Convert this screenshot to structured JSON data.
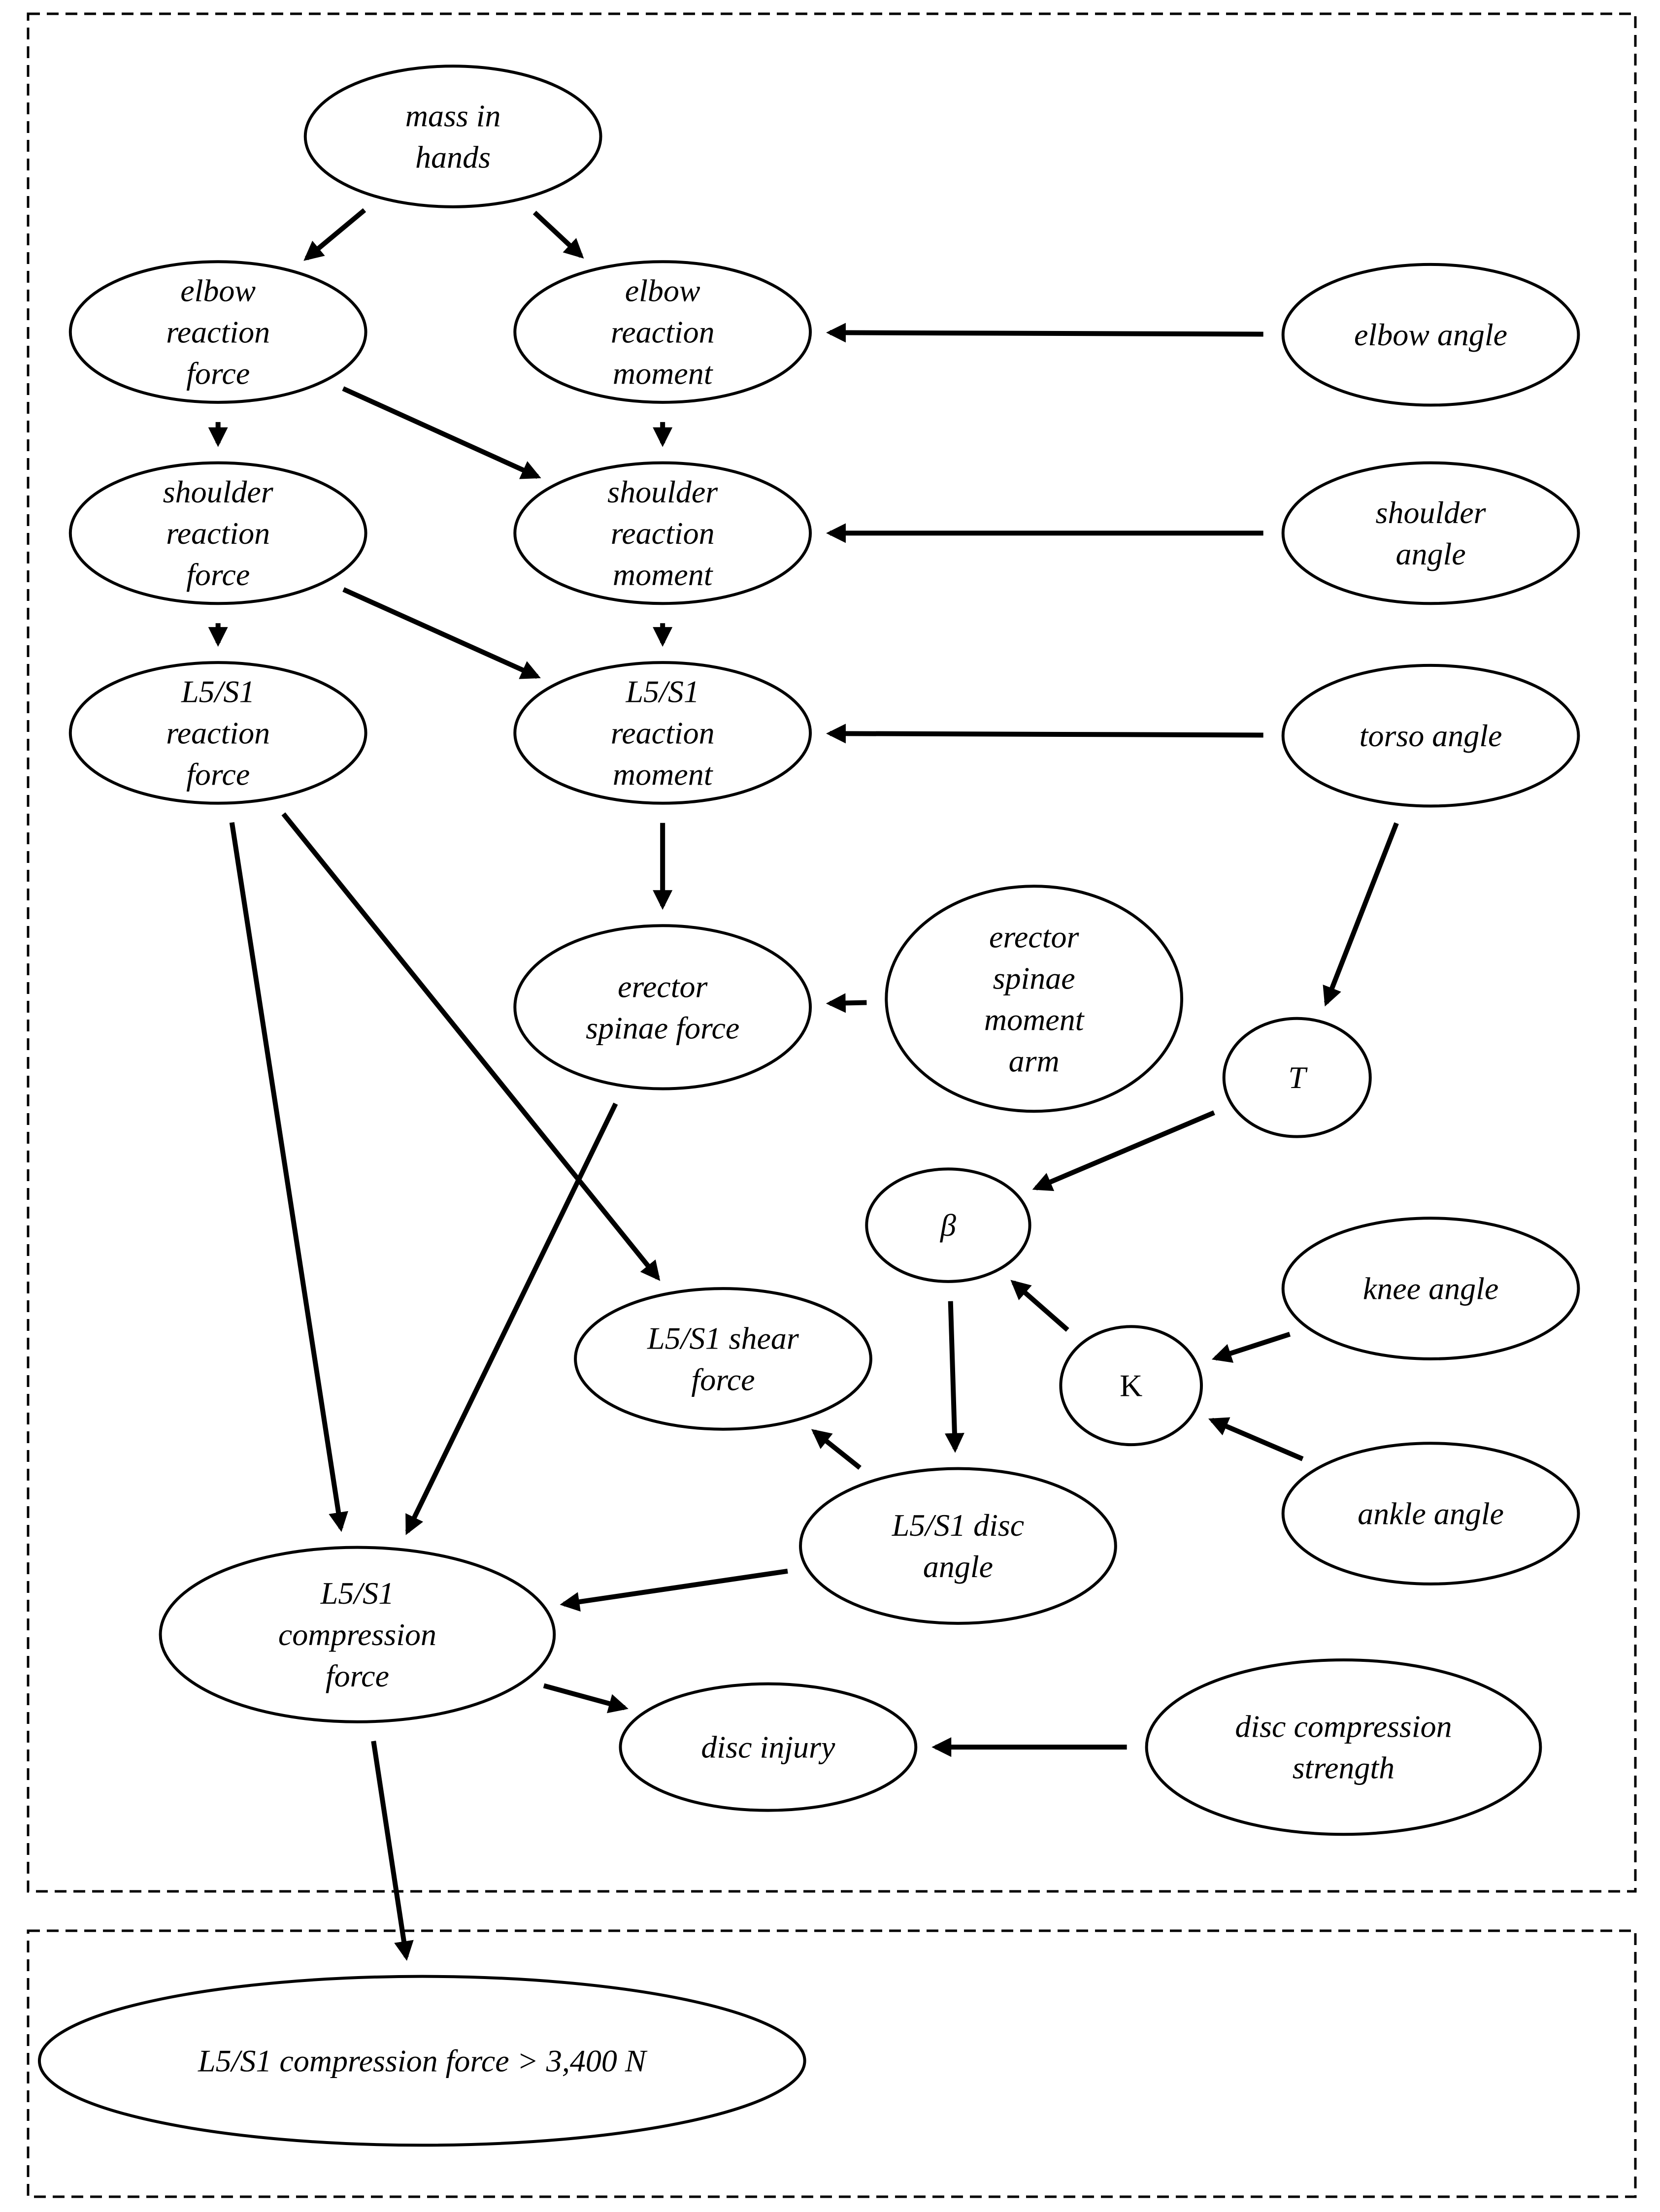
{
  "nodes": {
    "mass_in_hands": [
      "mass in",
      "hands"
    ],
    "elbow_reaction_force": [
      "elbow",
      "reaction",
      "force"
    ],
    "elbow_reaction_moment": [
      "elbow",
      "reaction",
      "moment"
    ],
    "elbow_angle": [
      "elbow angle"
    ],
    "shoulder_reaction_force": [
      "shoulder",
      "reaction",
      "force"
    ],
    "shoulder_reaction_moment": [
      "shoulder",
      "reaction",
      "moment"
    ],
    "shoulder_angle": [
      "shoulder",
      "angle"
    ],
    "l5s1_reaction_force": [
      "L5/S1",
      "reaction",
      "force"
    ],
    "l5s1_reaction_moment": [
      "L5/S1",
      "reaction",
      "moment"
    ],
    "torso_angle": [
      "torso angle"
    ],
    "erector_spinae_force": [
      "erector",
      "spinae force"
    ],
    "erector_spinae_moment_arm": [
      "erector",
      "spinae",
      "moment",
      "arm"
    ],
    "tau": [
      "T"
    ],
    "beta": [
      "β"
    ],
    "knee_angle": [
      "knee angle"
    ],
    "kappa": [
      "K"
    ],
    "ankle_angle": [
      "ankle angle"
    ],
    "l5s1_shear_force": [
      "L5/S1 shear",
      "force"
    ],
    "l5s1_disc_angle": [
      "L5/S1 disc",
      "angle"
    ],
    "l5s1_compression_force": [
      "L5/S1",
      "compression",
      "force"
    ],
    "disc_injury": [
      "disc injury"
    ],
    "disc_compression_strength": [
      "disc compression",
      "strength"
    ],
    "compression_threshold": [
      "L5/S1 compression force > 3,400 N"
    ]
  },
  "edges": [
    [
      "mass_in_hands",
      "elbow_reaction_force"
    ],
    [
      "mass_in_hands",
      "elbow_reaction_moment"
    ],
    [
      "elbow_angle",
      "elbow_reaction_moment"
    ],
    [
      "elbow_reaction_force",
      "shoulder_reaction_force"
    ],
    [
      "elbow_reaction_force",
      "shoulder_reaction_moment"
    ],
    [
      "elbow_reaction_moment",
      "shoulder_reaction_moment"
    ],
    [
      "shoulder_angle",
      "shoulder_reaction_moment"
    ],
    [
      "shoulder_reaction_force",
      "l5s1_reaction_force"
    ],
    [
      "shoulder_reaction_force",
      "l5s1_reaction_moment"
    ],
    [
      "shoulder_reaction_moment",
      "l5s1_reaction_moment"
    ],
    [
      "torso_angle",
      "l5s1_reaction_moment"
    ],
    [
      "l5s1_reaction_moment",
      "erector_spinae_force"
    ],
    [
      "erector_spinae_moment_arm",
      "erector_spinae_force"
    ],
    [
      "torso_angle",
      "tau"
    ],
    [
      "tau",
      "beta"
    ],
    [
      "kappa",
      "beta"
    ],
    [
      "knee_angle",
      "kappa"
    ],
    [
      "ankle_angle",
      "kappa"
    ],
    [
      "beta",
      "l5s1_disc_angle"
    ],
    [
      "l5s1_reaction_force",
      "l5s1_shear_force"
    ],
    [
      "l5s1_disc_angle",
      "l5s1_shear_force"
    ],
    [
      "l5s1_reaction_force",
      "l5s1_compression_force"
    ],
    [
      "erector_spinae_force",
      "l5s1_compression_force"
    ],
    [
      "l5s1_disc_angle",
      "l5s1_compression_force"
    ],
    [
      "l5s1_compression_force",
      "disc_injury"
    ],
    [
      "disc_compression_strength",
      "disc_injury"
    ],
    [
      "l5s1_compression_force",
      "compression_threshold"
    ]
  ]
}
